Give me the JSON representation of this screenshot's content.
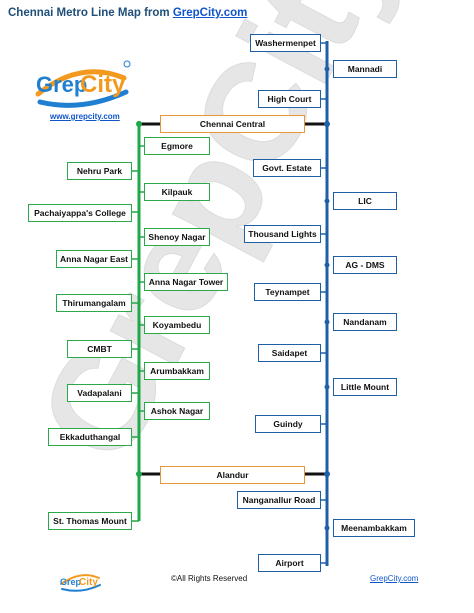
{
  "title": {
    "prefix": "Chennai Metro Line Map from ",
    "link": "GrepCity.com"
  },
  "logo": {
    "text_left": "Grep",
    "text_right": "City",
    "url": "www.grepcity.com"
  },
  "watermark_text": "GrepCity",
  "colors": {
    "green_line": "#1ea84a",
    "blue_line": "#1f5fa8",
    "interchange_border": "#e8953a",
    "connector": "#111111",
    "logo_orange": "#f39a1e",
    "logo_blue": "#1f7fd0"
  },
  "interchanges": {
    "chennai_central": "Chennai Central",
    "alandur": "Alandur"
  },
  "green_line": {
    "left": [
      "Nehru Park",
      "Pachaiyappa's College",
      "Anna Nagar East",
      "Thirumangalam",
      "CMBT",
      "Vadapalani",
      "Ekkaduthangal",
      "St. Thomas Mount"
    ],
    "right": [
      "Egmore",
      "Kilpauk",
      "Shenoy Nagar",
      "Anna Nagar Tower",
      "Koyambedu",
      "Arumbakkam",
      "Ashok Nagar"
    ]
  },
  "blue_line": {
    "left": [
      "Washermenpet",
      "High Court",
      "Govt.  Estate",
      "Thousand Lights",
      "Teynampet",
      "Saidapet",
      "Guindy",
      "Nanganallur Road",
      "Airport"
    ],
    "right": [
      "Mannadi",
      "LIC",
      "AG - DMS",
      "Nandanam",
      "Little Mount",
      "Meenambakkam"
    ]
  },
  "footer": {
    "logo_left": "Grep",
    "logo_right": "City",
    "copyright": "©All Rights Reserved",
    "site": "GrepCity.com"
  }
}
